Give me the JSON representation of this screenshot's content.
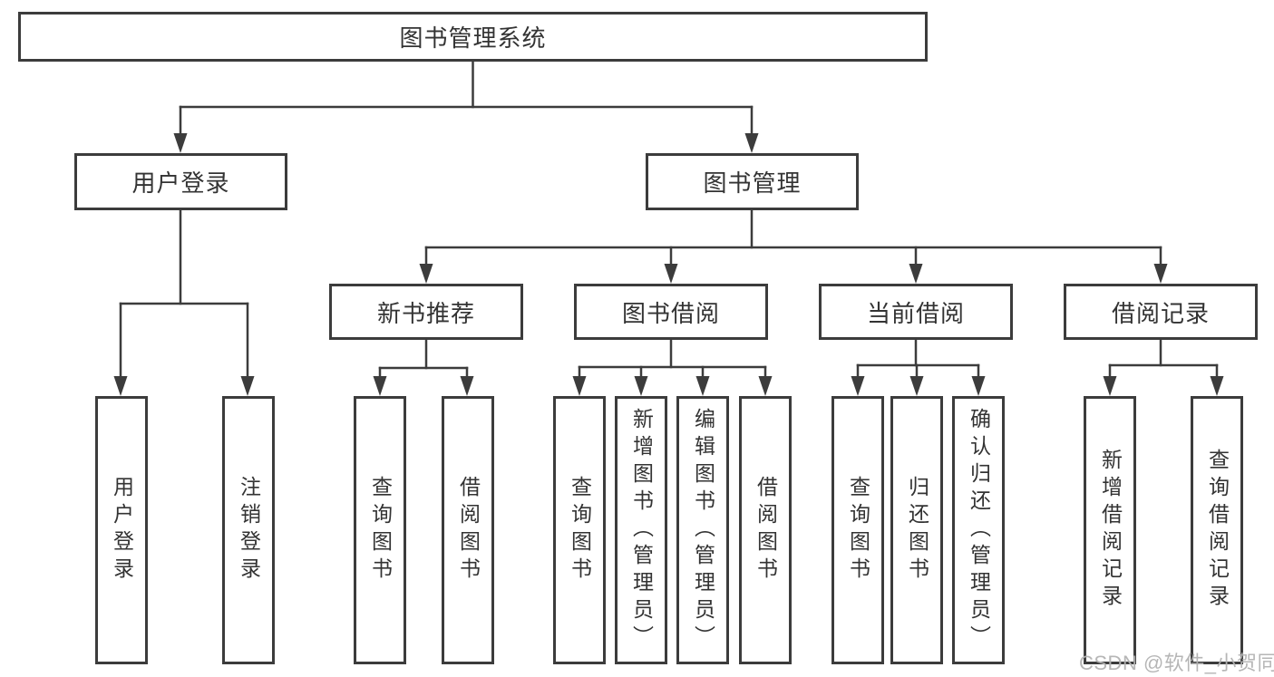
{
  "diagram": {
    "title": "图书管理系统",
    "level2": [
      {
        "id": "user-login",
        "label": "用户登录"
      },
      {
        "id": "book-management",
        "label": "图书管理"
      }
    ],
    "level3": [
      {
        "id": "new-book-recommendation",
        "parent": "图书管理",
        "label": "新书推荐"
      },
      {
        "id": "book-borrowing",
        "parent": "图书管理",
        "label": "图书借阅"
      },
      {
        "id": "current-borrowing",
        "parent": "图书管理",
        "label": "当前借阅"
      },
      {
        "id": "borrowing-records",
        "parent": "图书管理",
        "label": "借阅记录"
      }
    ],
    "leaves": [
      {
        "parent": "用户登录",
        "label": "用户登录"
      },
      {
        "parent": "用户登录",
        "label": "注销登录"
      },
      {
        "parent": "新书推荐",
        "label": "查询图书"
      },
      {
        "parent": "新书推荐",
        "label": "借阅图书"
      },
      {
        "parent": "图书借阅",
        "label": "查询图书"
      },
      {
        "parent": "图书借阅",
        "label": "新增图书（管理员）"
      },
      {
        "parent": "图书借阅",
        "label": "编辑图书（管理员）"
      },
      {
        "parent": "图书借阅",
        "label": "借阅图书"
      },
      {
        "parent": "当前借阅",
        "label": "查询图书"
      },
      {
        "parent": "当前借阅",
        "label": "归还图书"
      },
      {
        "parent": "当前借阅",
        "label": "确认归还（管理员）"
      },
      {
        "parent": "借阅记录",
        "label": "新增借阅记录"
      },
      {
        "parent": "借阅记录",
        "label": "查询借阅记录"
      }
    ],
    "watermark": "CSDN @软件_小贺同学",
    "colors": {
      "line": "#3c3c3c",
      "box_border": "#3c3c3c",
      "text": "#333333",
      "watermark": "#b2b2b2",
      "background": "#ffffff"
    }
  }
}
